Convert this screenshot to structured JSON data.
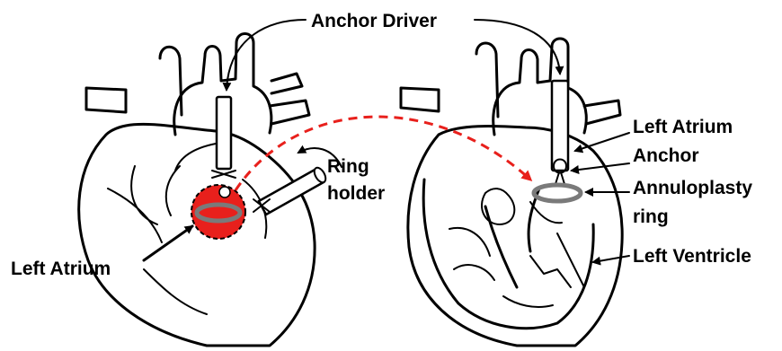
{
  "labels": {
    "anchor_driver": "Anchor Driver",
    "ring_holder_line1": "Ring",
    "ring_holder_line2": "holder",
    "left_atrium_left": "Left Atrium",
    "left_atrium_right": "Left Atrium",
    "anchor": "Anchor",
    "annuloplasty_line1": "Annuloplasty",
    "annuloplasty_line2": "ring",
    "left_ventricle": "Left Ventricle"
  },
  "colors": {
    "highlight_red": "#e8201c",
    "ring_gray": "#7a7a7a",
    "outline": "#000000"
  }
}
